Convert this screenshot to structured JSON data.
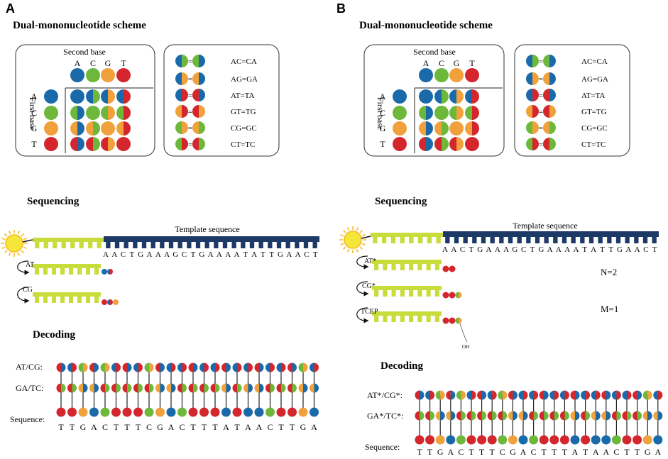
{
  "colors": {
    "A": "#1a6aa9",
    "C": "#6db83a",
    "G": "#f0a13c",
    "T": "#d3262d",
    "primer": "#c8dc3c",
    "template": "#1d3a66",
    "sun": "#f5e63a",
    "sunEdge": "#f6b81c"
  },
  "bases": [
    "A",
    "C",
    "G",
    "T"
  ],
  "pairs": [
    "AC",
    "AG",
    "AT",
    "GT",
    "CG",
    "CT"
  ],
  "equation_labels": [
    "AC=CA",
    "AG=GA",
    "AT=TA",
    "GT=TG",
    "CG=GC",
    "CT=TC"
  ],
  "template_sequence": [
    "A",
    "A",
    "C",
    "T",
    "G",
    "A",
    "A",
    "A",
    "G",
    "C",
    "T",
    "G",
    "A",
    "A",
    "A",
    "A",
    "T",
    "A",
    "T",
    "T",
    "G",
    "A",
    "A",
    "C",
    "T"
  ],
  "decoded_sequence": [
    "T",
    "T",
    "G",
    "A",
    "C",
    "T",
    "T",
    "T",
    "C",
    "G",
    "A",
    "C",
    "T",
    "T",
    "T",
    "A",
    "T",
    "A",
    "A",
    "C",
    "T",
    "T",
    "G",
    "A"
  ],
  "panel_a": {
    "letter": "A",
    "scheme_title": "Dual-mononucleotide scheme",
    "second_base": "Second base",
    "first_base": "First base",
    "sequencing_title": "Sequencing",
    "template_label": "Template sequence",
    "step1": "AT",
    "step2": "CG",
    "decoding_title": "Decoding",
    "row1_label": "AT/CG:",
    "row2_label": "GA/TC:",
    "seq_label": "Sequence:"
  },
  "panel_b": {
    "letter": "B",
    "scheme_title": "Dual-mononucleotide scheme",
    "second_base": "Second base",
    "first_base": "First base",
    "sequencing_title": "Sequencing",
    "template_label": "Template sequence",
    "step1": "AT*",
    "step2": "CG*",
    "step3": "TCEP",
    "oh_label": "OH",
    "n_label": "N=2",
    "m_label": "M=1",
    "decoding_title": "Decoding",
    "row1_label": "AT*/CG*:",
    "row2_label": "GA*/TC*:",
    "seq_label": "Sequence:"
  }
}
